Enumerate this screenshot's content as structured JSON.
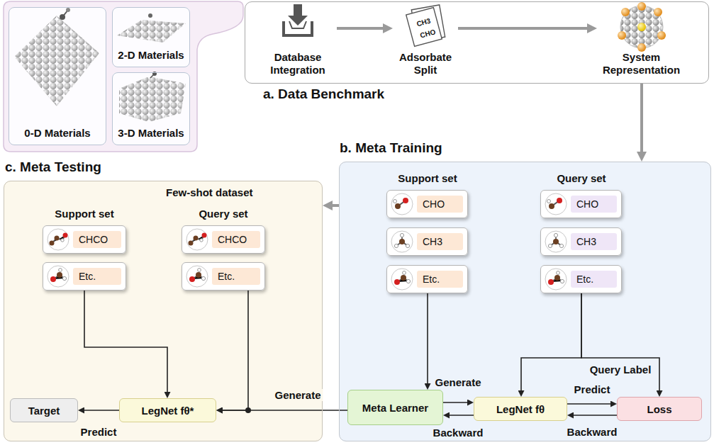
{
  "diagram": {
    "nodes": [
      {
        "text": [
          "0-D Materials"
        ]
      },
      {
        "text": [
          "2-D Materials"
        ]
      },
      {
        "text": [
          "3-D Materials"
        ]
      },
      {
        "text": [
          "a. Data Benchmark"
        ]
      },
      {
        "text": [
          "Database Integration"
        ],
        "in": 3
      },
      {
        "text": [
          "Adsorbate Split"
        ],
        "in": 3
      },
      {
        "text": [
          "System Representation"
        ],
        "in": 3
      },
      {
        "text": [
          "b. Meta Training"
        ]
      },
      {
        "text": [
          "CHO"
        ],
        "in": 7
      },
      {
        "text": [
          "CH3"
        ],
        "in": 7
      },
      {
        "text": [
          "Etc."
        ],
        "in": 7
      },
      {
        "text": [
          "CHO"
        ],
        "in": 7
      },
      {
        "text": [
          "CH3"
        ],
        "in": 7
      },
      {
        "text": [
          "Etc."
        ],
        "in": 7
      },
      {
        "text": [
          "Meta Learner"
        ],
        "in": 7
      },
      {
        "text": [
          "LegNet fθ"
        ],
        "in": 7
      },
      {
        "text": [
          "Loss"
        ],
        "in": 7
      },
      {
        "text": [
          "c. Meta Testing",
          "Few-shot dataset"
        ]
      },
      {
        "text": [
          "CHCO"
        ],
        "in": 17
      },
      {
        "text": [
          "Etc."
        ],
        "in": 17
      },
      {
        "text": [
          "CHCO"
        ],
        "in": 17
      },
      {
        "text": [
          "Etc."
        ],
        "in": 17
      },
      {
        "text": [
          "LegNet fθ*"
        ],
        "in": 17
      },
      {
        "text": [
          "Target"
        ],
        "in": 17
      }
    ],
    "edges": [
      {
        "from": 4,
        "to": 5,
        "arrow": "to"
      },
      {
        "from": 5,
        "to": 6,
        "arrow": "to"
      },
      {
        "from": 3,
        "to": 7,
        "arrow": "to"
      },
      {
        "from": 10,
        "to": 14,
        "arrow": "to"
      },
      {
        "from": 14,
        "to": 15,
        "label": "Generate",
        "arrow": "to"
      },
      {
        "from": 15,
        "to": 14,
        "label": "Backward",
        "arrow": "to"
      },
      {
        "from": 13,
        "to": 15,
        "arrow": "to"
      },
      {
        "from": 13,
        "to": 16,
        "label": "Query Label",
        "arrow": "to"
      },
      {
        "from": 15,
        "to": 16,
        "label": "Predict",
        "arrow": "to"
      },
      {
        "from": 16,
        "to": 15,
        "label": "Backward",
        "arrow": "to"
      },
      {
        "from": 7,
        "to": 17,
        "arrow": "to"
      },
      {
        "from": 19,
        "to": 22,
        "arrow": "to"
      },
      {
        "from": 21,
        "to": 22,
        "arrow": "to"
      },
      {
        "from": 14,
        "to": 22,
        "label": "Generate",
        "arrow": "to"
      },
      {
        "from": 22,
        "to": 23,
        "label": "Predict",
        "arrow": "to"
      }
    ],
    "labels": [
      "CH3",
      "CHO",
      "Support set",
      "Query set",
      "Support set",
      "Query set"
    ]
  }
}
